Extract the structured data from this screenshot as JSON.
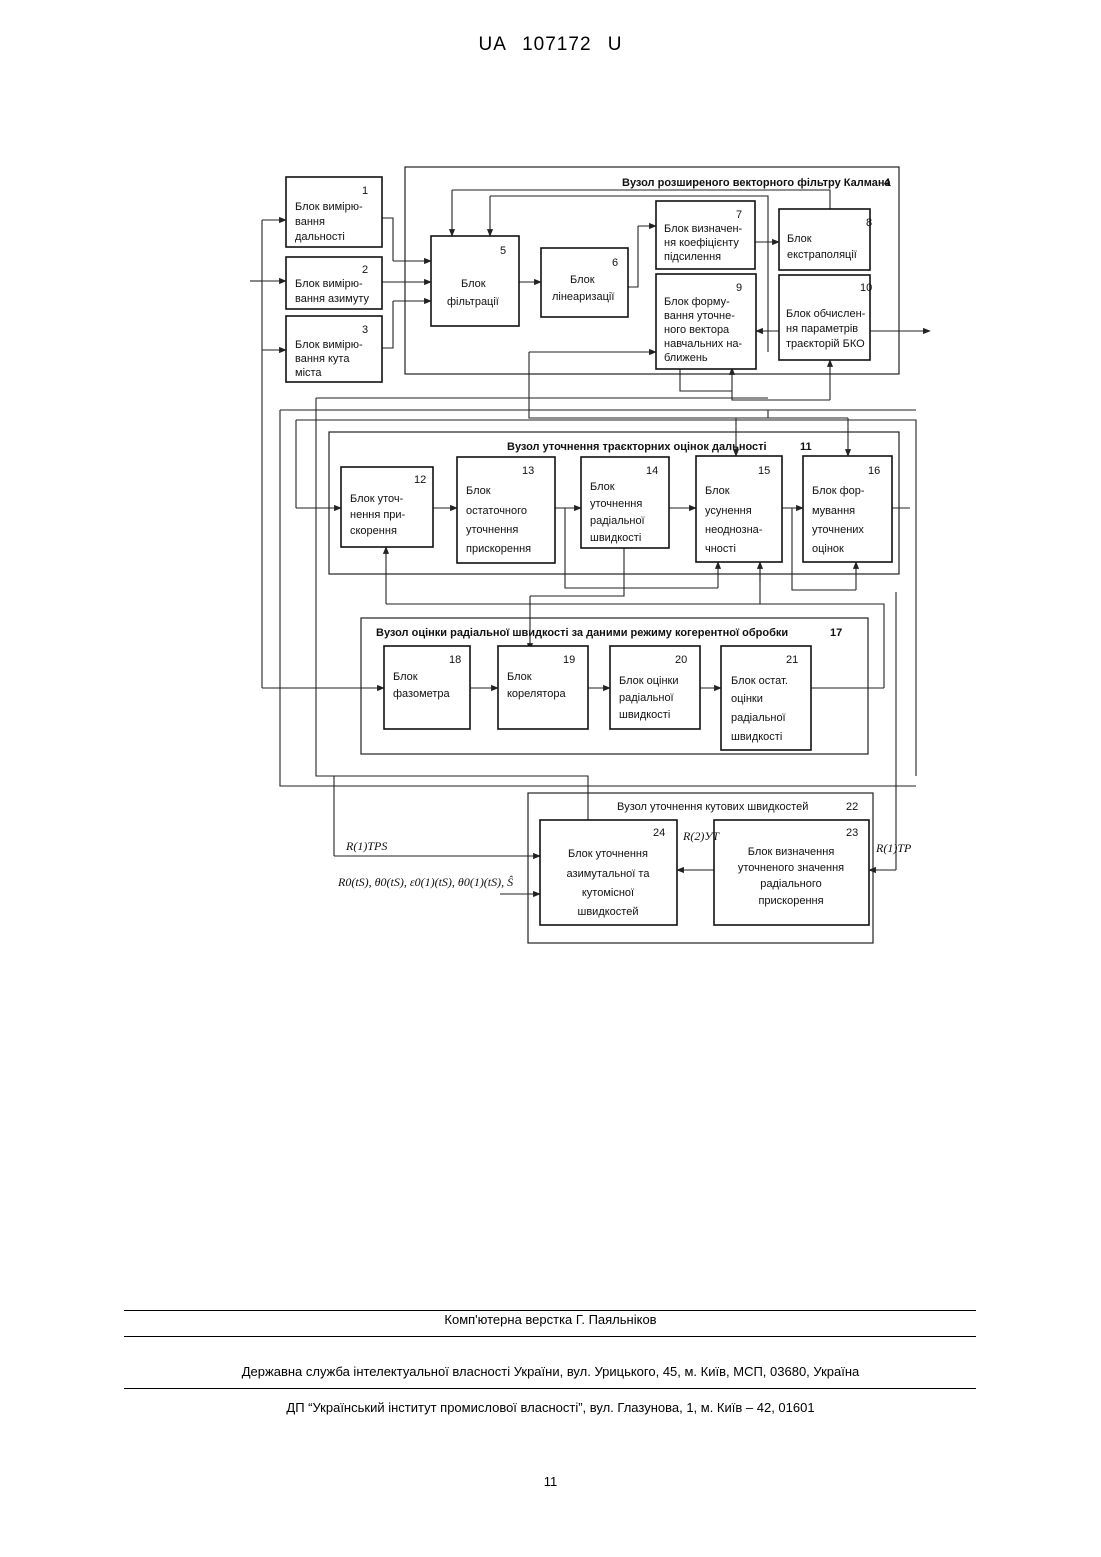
{
  "header": {
    "country": "UA",
    "number": "107172",
    "kind": "U"
  },
  "diagram": {
    "nodes": {
      "n4": {
        "label": "Вузол розширеного векторного фільтру Калмана",
        "num": "4"
      },
      "n11": {
        "label": "Вузол уточнення траєкторних оцінок   дальності",
        "num": "11"
      },
      "n17": {
        "label": "Вузол оцінки радіальної   швидкості за даними режиму когерентної обробки",
        "num": "17"
      },
      "n22": {
        "label": "Вузол уточнення кутових швидкостей",
        "num": "22"
      }
    },
    "blocks": {
      "b1": {
        "num": "1",
        "lines": [
          "Блок вимірю-",
          "вання",
          "дальності"
        ]
      },
      "b2": {
        "num": "2",
        "lines": [
          "Блок вимірю-",
          "вання азимуту"
        ]
      },
      "b3": {
        "num": "3",
        "lines": [
          "Блок вимірю-",
          "вання кута",
          "міста"
        ]
      },
      "b5": {
        "num": "5",
        "lines": [
          "Блок",
          "фільтрації"
        ]
      },
      "b6": {
        "num": "6",
        "lines": [
          "Блок",
          "лінеаризації"
        ]
      },
      "b7": {
        "num": "7",
        "lines": [
          "Блок визначен-",
          "ня коефіцієнту",
          "підсилення"
        ]
      },
      "b8": {
        "num": "8",
        "lines": [
          "Блок",
          "екстраполяції"
        ]
      },
      "b9": {
        "num": "9",
        "lines": [
          "Блок форму-",
          "вання уточне-",
          "ного вектора",
          "навчальних на-",
          "ближень"
        ]
      },
      "b10": {
        "num": "10",
        "lines": [
          "Блок обчислен-",
          "ня  параметрів",
          "траєкторій БКО"
        ]
      },
      "b12": {
        "num": "12",
        "lines": [
          "Блок уточ-",
          "нення при-",
          "скорення"
        ]
      },
      "b13": {
        "num": "13",
        "lines": [
          "Блок",
          "остаточного",
          "уточнення",
          "прискорення"
        ]
      },
      "b14": {
        "num": "14",
        "lines": [
          "Блок",
          "уточнення",
          "радіальної",
          "швидкості"
        ]
      },
      "b15": {
        "num": "15",
        "lines": [
          "Блок",
          "усунення",
          "неоднозна-",
          "чності"
        ]
      },
      "b16": {
        "num": "16",
        "lines": [
          "Блок фор-",
          "мування",
          "уточнених",
          "оцінок"
        ]
      },
      "b18": {
        "num": "18",
        "lines": [
          "Блок",
          "фазометра"
        ]
      },
      "b19": {
        "num": "19",
        "lines": [
          "Блок",
          "корелятора"
        ]
      },
      "b20": {
        "num": "20",
        "lines": [
          "Блок оцінки",
          "радіальної",
          "швидкості"
        ]
      },
      "b21": {
        "num": "21",
        "lines": [
          "Блок остат.",
          "оцінки",
          "радіальної",
          "швидкості"
        ]
      },
      "b23": {
        "num": "23",
        "lines": [
          "Блок визначення",
          "уточненого значення",
          "радіального",
          "прискорення"
        ]
      },
      "b24": {
        "num": "24",
        "lines": [
          "Блок уточнення",
          "азимутальної та",
          "кутомісної",
          "швидкостей"
        ]
      }
    },
    "symbols": {
      "r_tps": "R(1)TPS",
      "r_ut": "R(2)УТ",
      "r_tp": "R(1)TP",
      "params": "R0(tS), θ0(tS), ε0(1)(tS), θ0(1)(tS), Ŝ"
    }
  },
  "footer": {
    "layout_credit": "Комп'ютерна верстка Г. Паяльніков",
    "agency": "Державна служба інтелектуальної власності України, вул. Урицького, 45, м. Київ, МСП, 03680, Україна",
    "institute": "ДП “Український інститут промислової власності”, вул. Глазунова, 1, м. Київ – 42, 01601",
    "page_number": "11"
  }
}
